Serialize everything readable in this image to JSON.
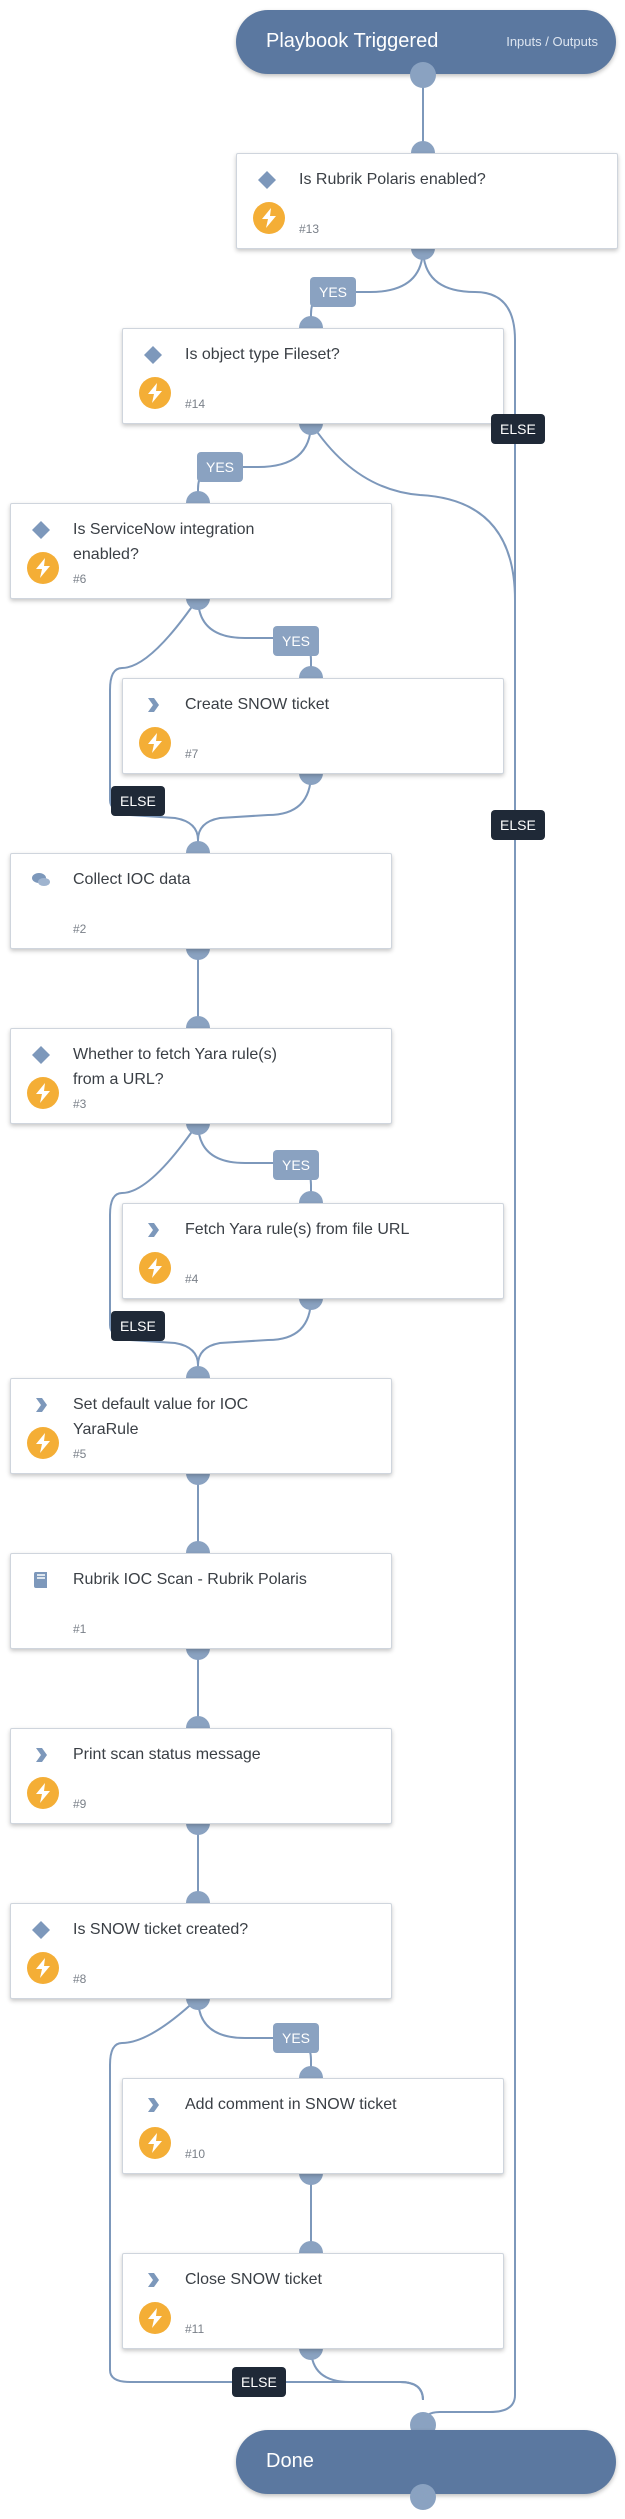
{
  "start": {
    "title": "Playbook Triggered",
    "subtitle": "Inputs / Outputs"
  },
  "end": {
    "title": "Done"
  },
  "nodes": [
    {
      "key": "n13",
      "type": "condition",
      "label": "Is Rubrik Polaris enabled?",
      "id": "#13",
      "icon": "diamond-icon",
      "bolt": true
    },
    {
      "key": "n14",
      "type": "condition",
      "label": "Is object type Fileset?",
      "id": "#14",
      "icon": "diamond-icon",
      "bolt": true
    },
    {
      "key": "n6",
      "type": "condition",
      "label": "Is ServiceNow integration enabled?",
      "id": "#6",
      "icon": "diamond-icon",
      "bolt": true
    },
    {
      "key": "n7",
      "type": "action",
      "label": "Create SNOW ticket",
      "id": "#7",
      "icon": "chevron-right-icon",
      "bolt": true
    },
    {
      "key": "n2",
      "type": "data",
      "label": "Collect IOC data",
      "id": "#2",
      "icon": "chat-bubble-icon",
      "bolt": false
    },
    {
      "key": "n3",
      "type": "condition",
      "label": "Whether to fetch Yara rule(s) from a URL?",
      "id": "#3",
      "icon": "diamond-icon",
      "bolt": true
    },
    {
      "key": "n4",
      "type": "action",
      "label": "Fetch Yara rule(s) from file URL",
      "id": "#4",
      "icon": "chevron-right-icon",
      "bolt": true
    },
    {
      "key": "n5",
      "type": "action",
      "label": "Set default value for IOC YaraRule",
      "id": "#5",
      "icon": "chevron-right-icon",
      "bolt": true
    },
    {
      "key": "n1",
      "type": "playbook",
      "label": "Rubrik IOC Scan - Rubrik Polaris",
      "id": "#1",
      "icon": "book-icon",
      "bolt": false
    },
    {
      "key": "n9",
      "type": "action",
      "label": "Print scan status message",
      "id": "#9",
      "icon": "chevron-right-icon",
      "bolt": true
    },
    {
      "key": "n8",
      "type": "condition",
      "label": "Is SNOW ticket created?",
      "id": "#8",
      "icon": "diamond-icon",
      "bolt": true
    },
    {
      "key": "n10",
      "type": "action",
      "label": "Add comment in SNOW ticket",
      "id": "#10",
      "icon": "chevron-right-icon",
      "bolt": true
    },
    {
      "key": "n11",
      "type": "action",
      "label": "Close SNOW ticket",
      "id": "#11",
      "icon": "chevron-right-icon",
      "bolt": true
    }
  ],
  "labels": [
    {
      "text": "YES",
      "kind": "yes"
    },
    {
      "text": "ELSE",
      "kind": "else"
    },
    {
      "text": "YES",
      "kind": "yes"
    },
    {
      "text": "YES",
      "kind": "yes"
    },
    {
      "text": "ELSE",
      "kind": "else"
    },
    {
      "text": "ELSE",
      "kind": "else"
    },
    {
      "text": "YES",
      "kind": "yes"
    },
    {
      "text": "ELSE",
      "kind": "else"
    },
    {
      "text": "YES",
      "kind": "yes"
    },
    {
      "text": "ELSE",
      "kind": "else"
    }
  ],
  "colors": {
    "edge": "#7d98bb",
    "pill": "#5b78a0",
    "yes": "#8aa2c1",
    "else": "#1f2937",
    "bolt": "#f4ae36"
  }
}
